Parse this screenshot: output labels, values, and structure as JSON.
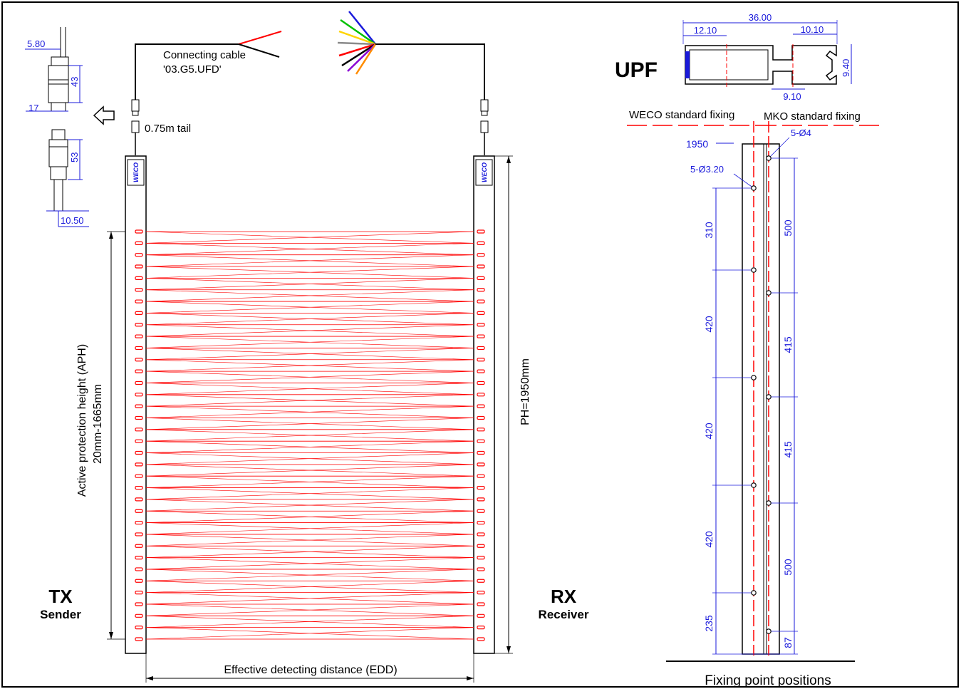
{
  "tx_title": "TX",
  "tx_subtitle": "Sender",
  "rx_title": "RX",
  "rx_subtitle": "Receiver",
  "brand_tx": "WECO",
  "brand_rx": "WECO",
  "cable_label_1": "Connecting cable",
  "cable_label_2": "'03.G5.UFD'",
  "tail_label": "0.75m tail",
  "aph_label_1": "Active protection height (APH)",
  "aph_label_2": "20mm-1665mm",
  "ph_label": "PH=1950mm",
  "edd_label": "Effective detecting distance (EDD)",
  "connector_dims": {
    "d1": "5.80",
    "d2": "43",
    "d3": "17",
    "d4": "53",
    "d5": "10.50"
  },
  "profile": {
    "title": "UPF",
    "w_total": "36.00",
    "w_left": "12.10",
    "w_right": "10.10",
    "height": "9.40",
    "w_bottom": "9.10"
  },
  "fixing": {
    "weco_label": "WECO standard fixing",
    "mko_label": "MKO standard fixing",
    "top_label": "1950",
    "hole_big": "5-Ø4",
    "hole_small": "5-Ø3.20",
    "left_spacings": [
      "310",
      "420",
      "420",
      "420",
      "235"
    ],
    "right_spacings": [
      "500",
      "415",
      "415",
      "500",
      "87"
    ],
    "caption": "Fixing point positions"
  },
  "colors": {
    "beam": "#ff0000",
    "dimension": "#1a1adb",
    "line": "#000000",
    "wires": [
      "#1a1adb",
      "#00c000",
      "#ffd400",
      "#8a8a8a",
      "#ff0000",
      "#000000",
      "#8a00d4",
      "#ff8c00"
    ]
  }
}
